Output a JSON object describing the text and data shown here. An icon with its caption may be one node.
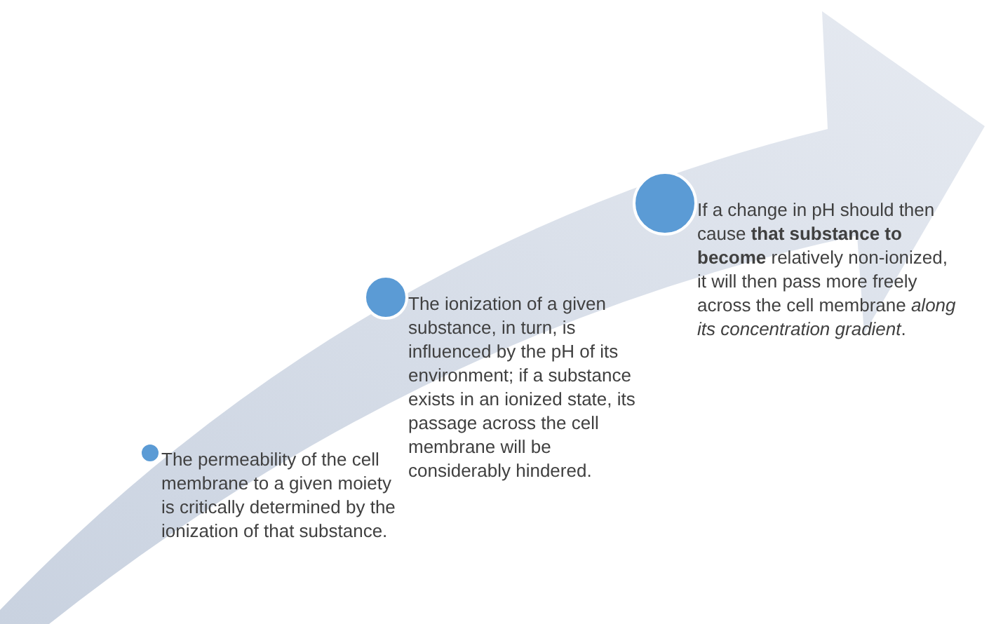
{
  "diagram": {
    "nodes": [
      {
        "text": [
          "The permeability of the cell membrane to a given moiety is critically determined by the ionization of that substance."
        ]
      },
      {
        "text": [
          "The ionization of a given substance, in turn, is influenced by the pH of its environment; if a substance exists in an ionized state, its passage across the cell membrane will be considerably hindered."
        ]
      },
      {
        "text": [
          "If a change in pH should then cause **that substance to become** relatively non-ionized, it will then pass more freely across the cell membrane *along its concentration gradient*."
        ]
      }
    ]
  }
}
